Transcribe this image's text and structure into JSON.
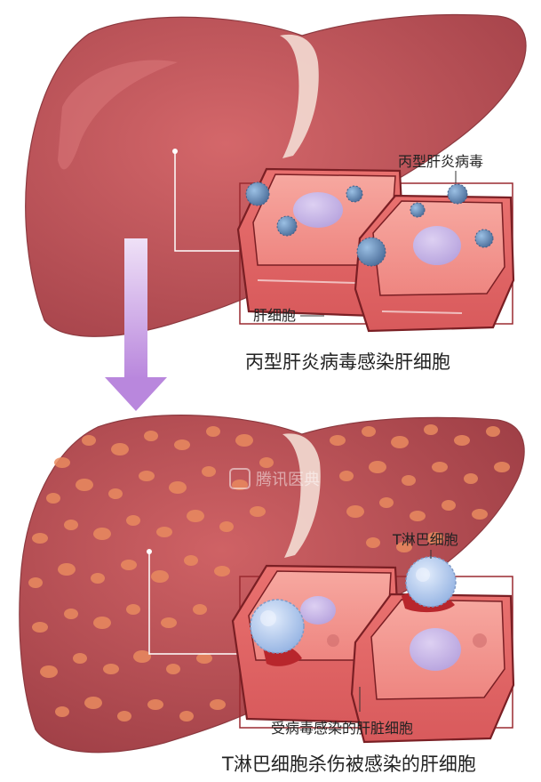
{
  "top_panel": {
    "virus_label": "丙型肝炎病毒",
    "cell_label": "肝细胞",
    "caption": "丙型肝炎病毒感染肝细胞"
  },
  "bottom_panel": {
    "tcell_label": "T淋巴细胞",
    "infected_cell_label": "受病毒感染的肝脏细胞",
    "caption": "T淋巴细胞杀伤被感染的肝细胞"
  },
  "watermark": "腾讯医典",
  "colors": {
    "liver": "#c75b5f",
    "liver_dark": "#a8454c",
    "cell": "#f08a86",
    "cell_border": "#7a1f24",
    "nucleus": "#c8b6e6",
    "virus": "#5f86b5",
    "tcell": "#b6cdf0",
    "arrow": "#c59be0",
    "lesion": "#e98a5f"
  }
}
